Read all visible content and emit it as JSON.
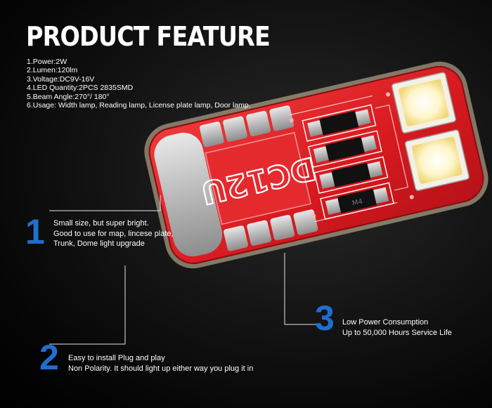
{
  "title": "PRODUCT FEATURE",
  "specs": [
    "1.Power:2W",
    "2.Lumen:120lm",
    "3.Voltage:DC9V-16V",
    "4.LED Quantity:2PCS 2835SMD",
    "5.Beam Angle:270°/ 180°",
    "6.Usage: Width lamp, Reading lamp, License plate lamp, Door lamp."
  ],
  "features": [
    {
      "number": "1",
      "lines": [
        "Small size, but super bright.",
        "Good to use for map, lincese plate,",
        "Trunk, Dome light upgrade"
      ]
    },
    {
      "number": "2",
      "lines": [
        "Easy to install Plug and play",
        "Non Polarity. It should light up either way you plug it in"
      ]
    },
    {
      "number": "3",
      "lines": [
        "Low Power Consumption",
        "Up to 50,000 Hours Service Life"
      ]
    }
  ],
  "pcb": {
    "label": "DC12U",
    "component_marks": [
      "",
      "",
      "",
      "M4"
    ]
  },
  "colors": {
    "accent": "#1e6fd0",
    "pcb_red": "#e0262b",
    "led": "#fff7d6"
  }
}
